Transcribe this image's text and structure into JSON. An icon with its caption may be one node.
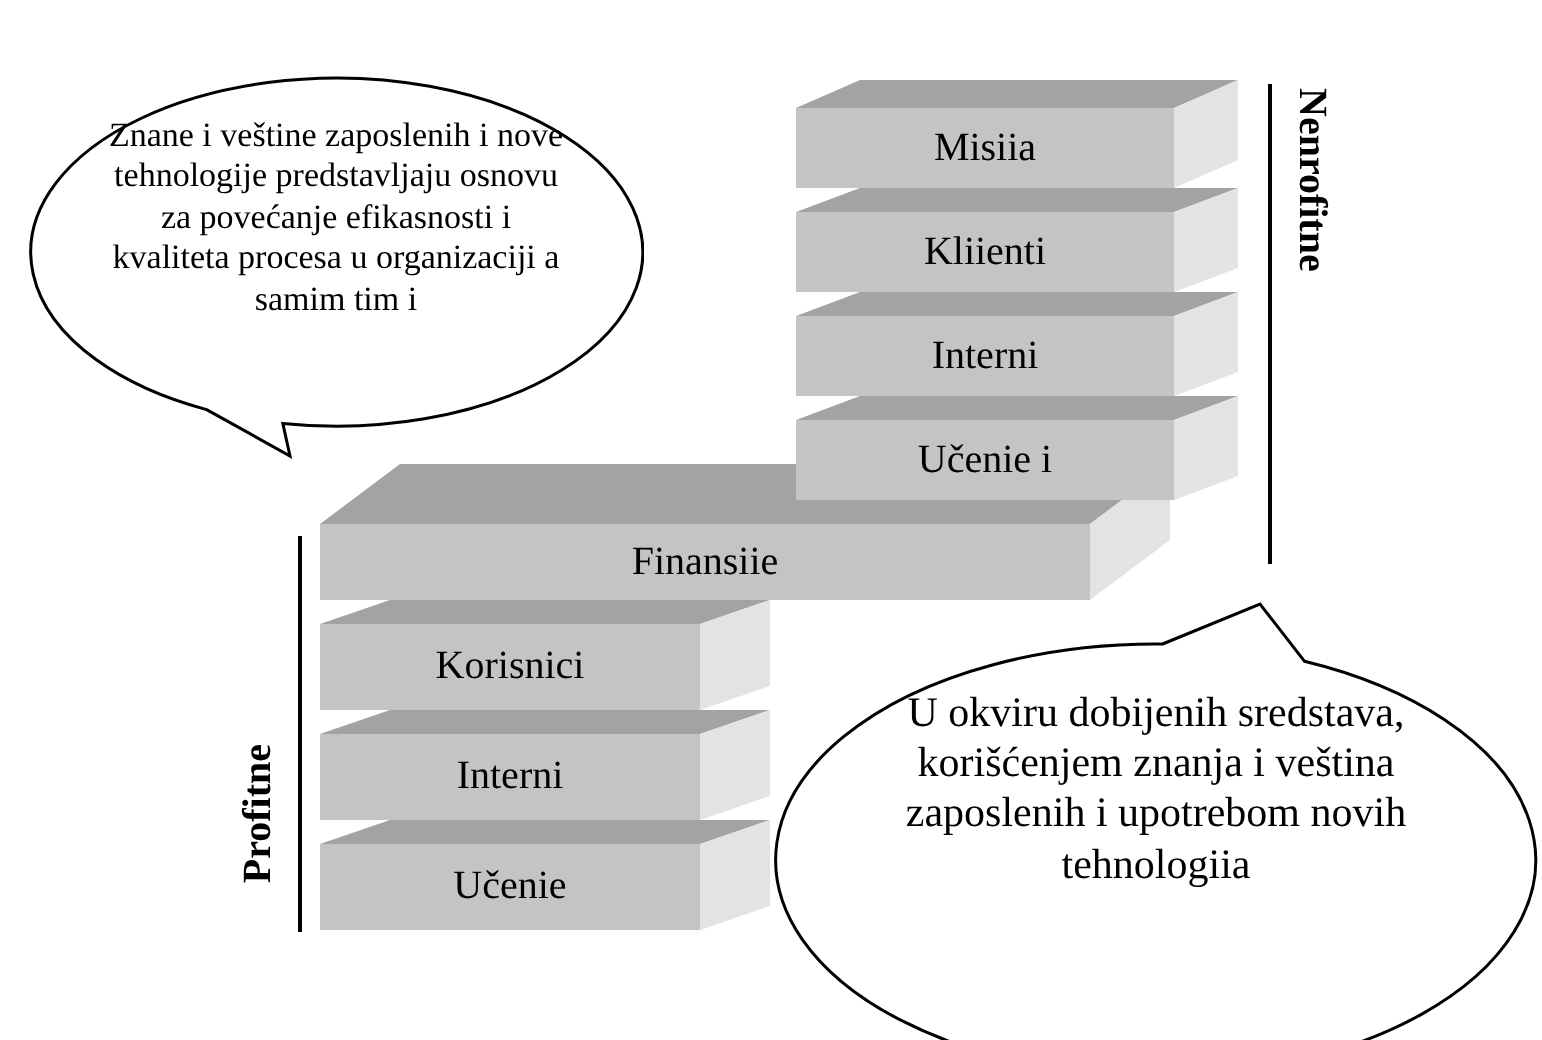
{
  "diagram": {
    "nodes": [
      {
        "text": [
          "Znane i veštine zaposlenih i nove tehnologije predstavljaju osnovu za povećanje efikasnosti i kvaliteta procesa u organizaciji a samim tim i"
        ]
      },
      {
        "text": [
          "Misiia"
        ]
      },
      {
        "text": [
          "Kliienti"
        ]
      },
      {
        "text": [
          "Interni"
        ]
      },
      {
        "text": [
          "Učenie i"
        ]
      },
      {
        "text": [
          "Finansiie"
        ]
      },
      {
        "text": [
          "Korisnici"
        ]
      },
      {
        "text": [
          "Interni"
        ]
      },
      {
        "text": [
          "U okviru dobijenih sredstava, korišćenjem znanja i veština zaposlenih i upotrebom novih tehnologiia"
        ]
      },
      {
        "text": [
          "Učenie"
        ]
      }
    ],
    "edges": [],
    "labels": [
      "Nenrofitne",
      "Profitne"
    ]
  }
}
